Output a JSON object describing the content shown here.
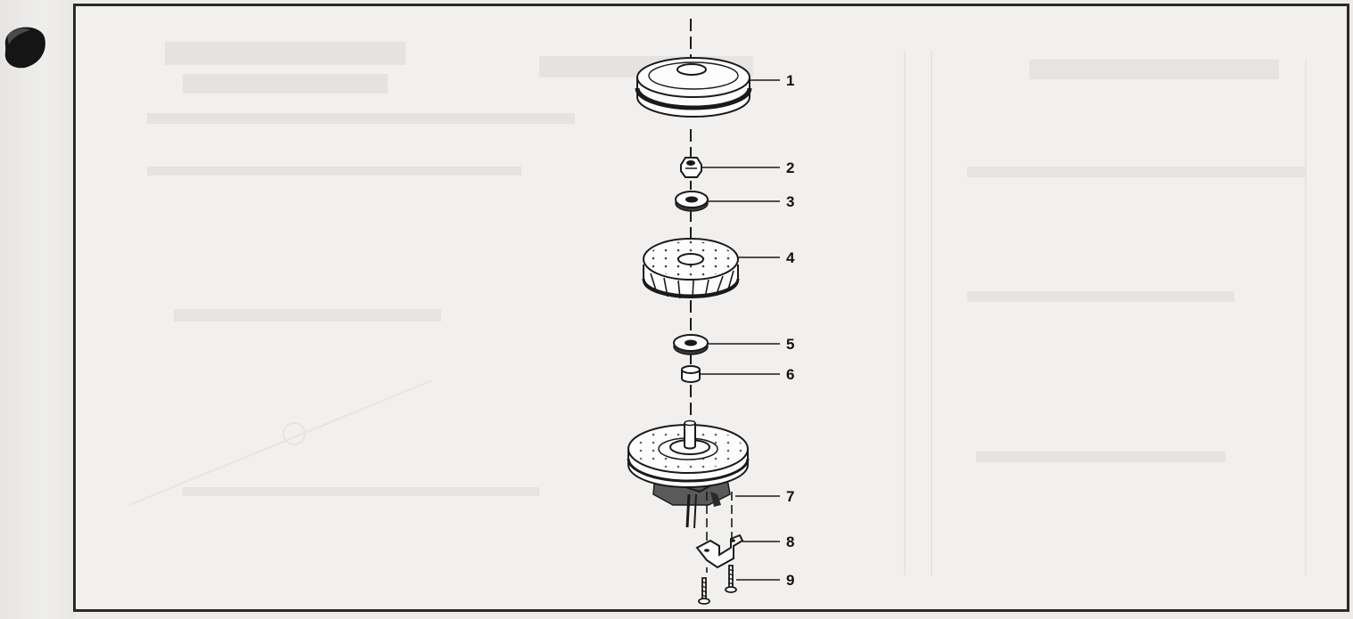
{
  "diagram": {
    "parts": [
      {
        "number": "1",
        "shape": "pulley"
      },
      {
        "number": "2",
        "shape": "hex-nut"
      },
      {
        "number": "3",
        "shape": "washer"
      },
      {
        "number": "4",
        "shape": "fan-impeller"
      },
      {
        "number": "5",
        "shape": "washer"
      },
      {
        "number": "6",
        "shape": "spacer"
      },
      {
        "number": "7",
        "shape": "motor"
      },
      {
        "number": "8",
        "shape": "mounting-bracket"
      },
      {
        "number": "9",
        "shape": "screw"
      }
    ]
  },
  "colors": {
    "line": "#1a1a1a",
    "part_fill": "#fdfdfd",
    "shadow": "#6e6e6e",
    "page": "#f1f0ee"
  }
}
